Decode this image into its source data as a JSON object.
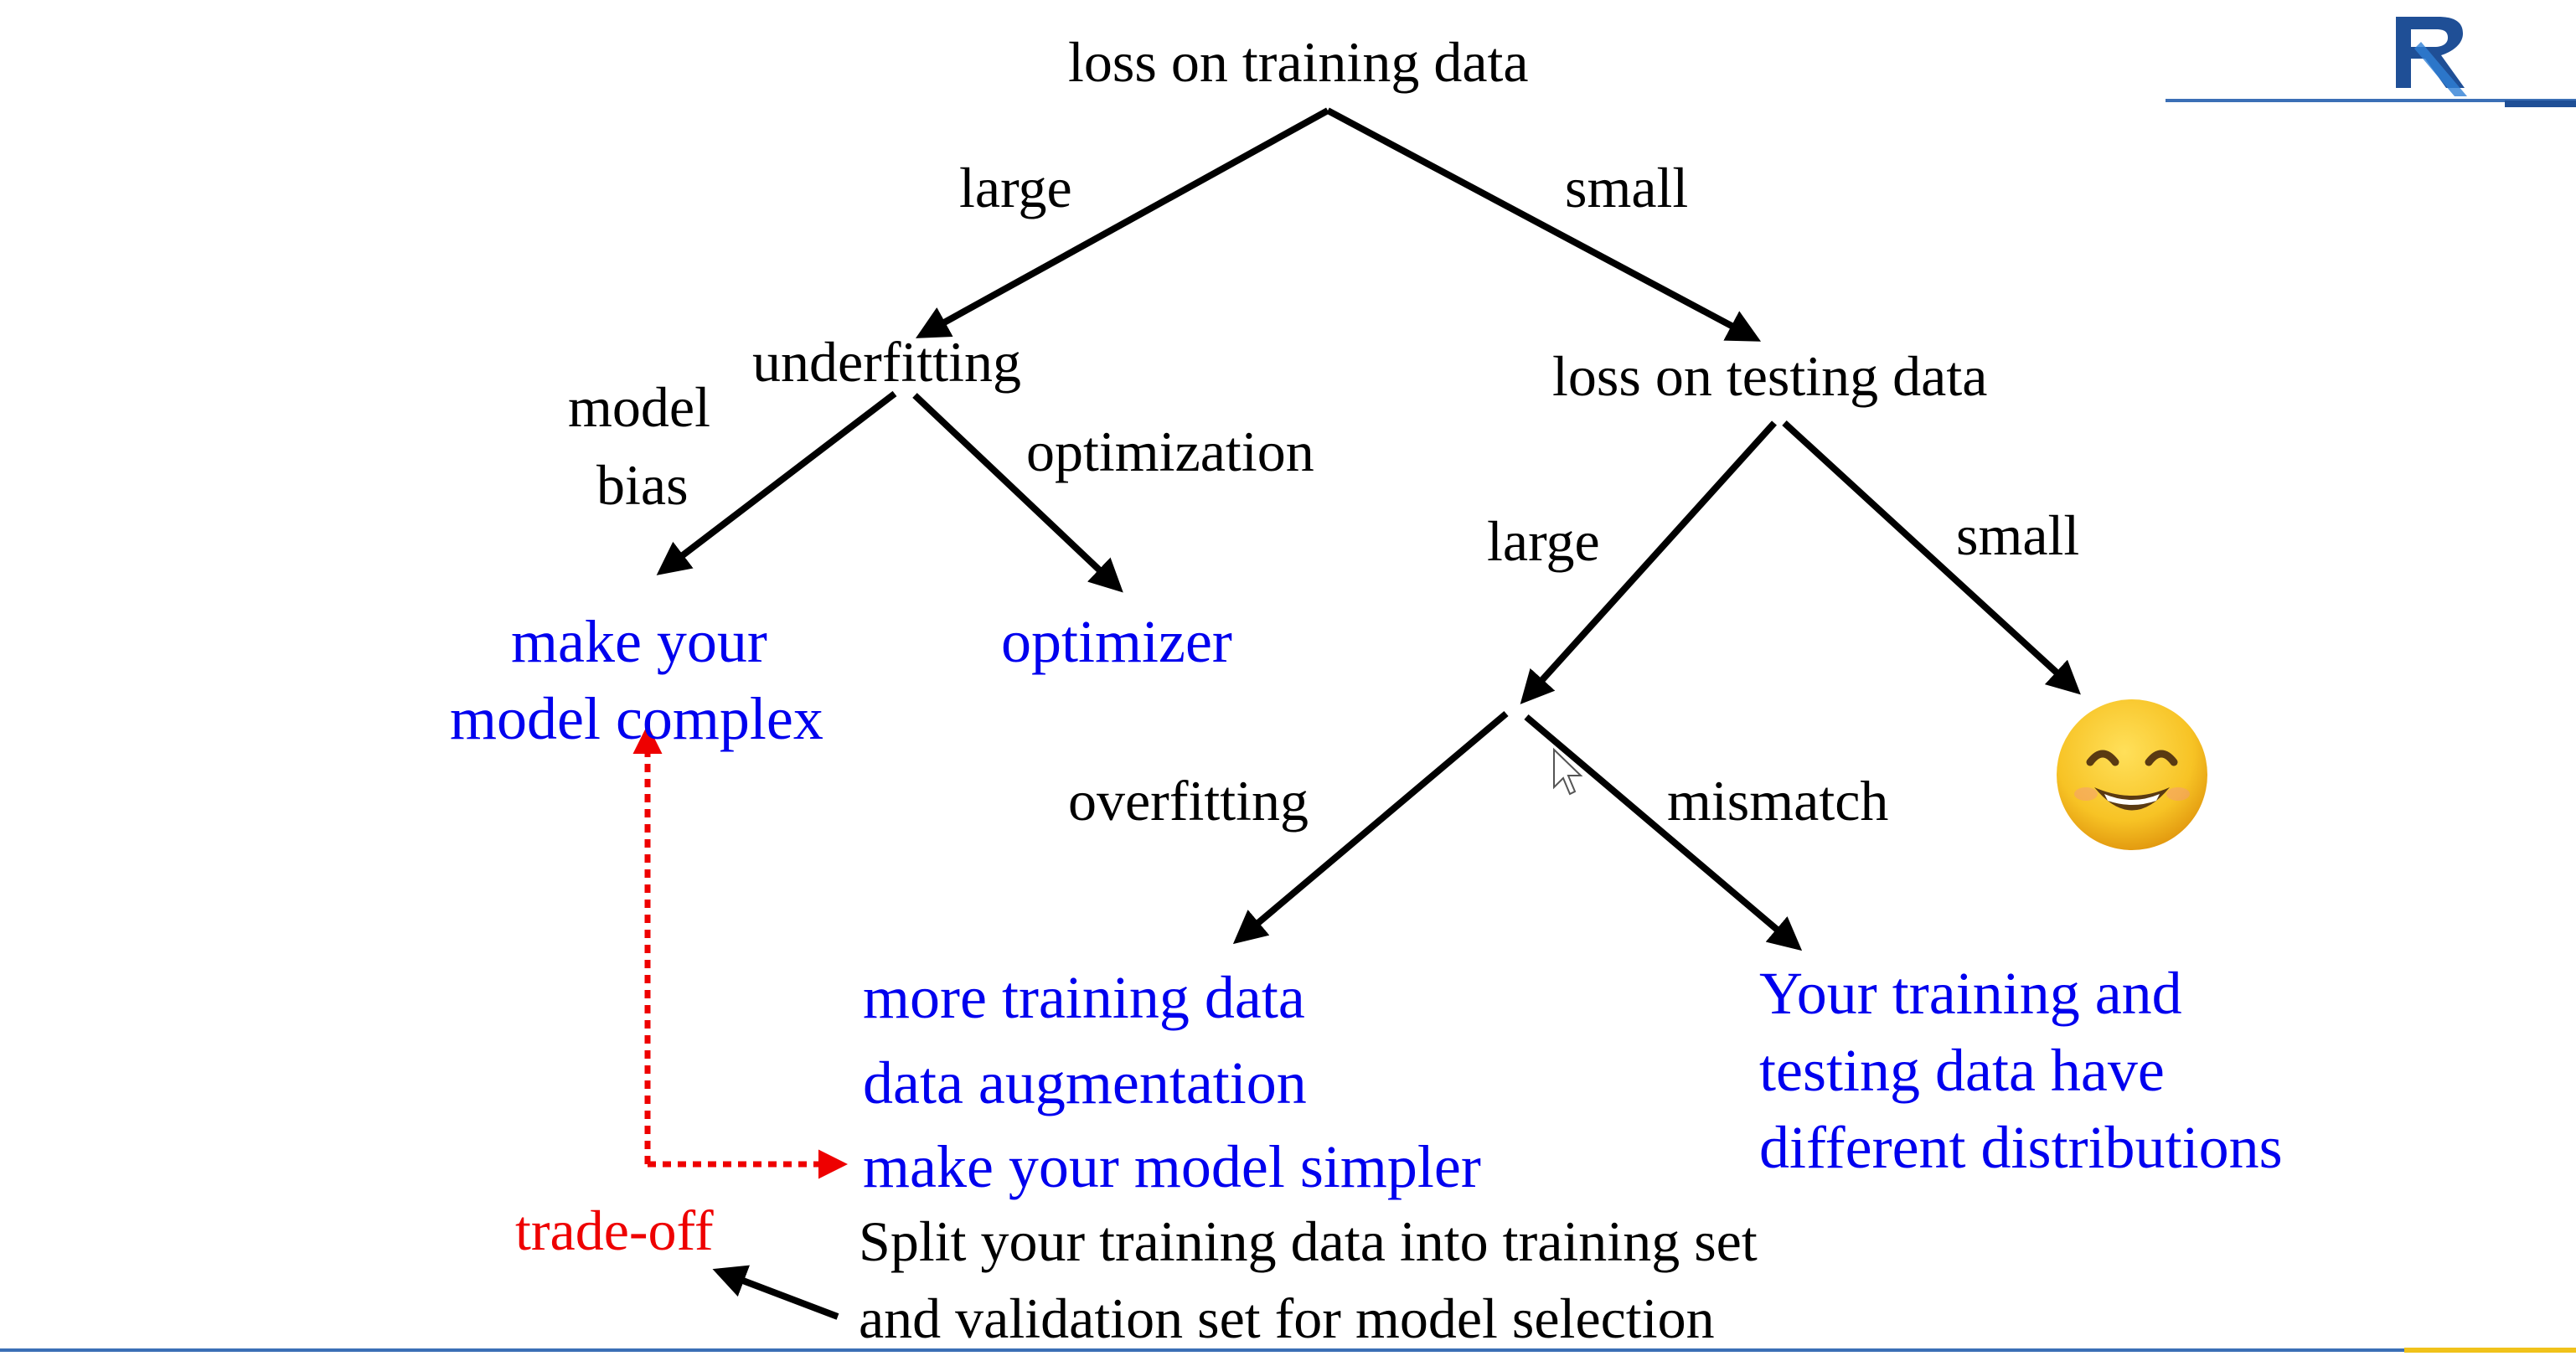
{
  "diagram": {
    "root": "loss on training data",
    "edge_large_top": "large",
    "edge_small_top": "small",
    "underfitting": "underfitting",
    "edge_model_bias_1": "model",
    "edge_model_bias_2": "bias",
    "edge_optimization": "optimization",
    "remedy_complex_1": "make your",
    "remedy_complex_2": "model complex",
    "remedy_optimizer": "optimizer",
    "testing_node": "loss on testing data",
    "edge_large_bottom": "large",
    "edge_small_bottom": "small",
    "edge_overfitting": "overfitting",
    "edge_mismatch": "mismatch",
    "overfit_remedy_1": "more training data",
    "overfit_remedy_2": "data augmentation",
    "overfit_remedy_3": "make your model simpler",
    "mismatch_note_1": "Your training and",
    "mismatch_note_2": "testing data have",
    "mismatch_note_3": "different distributions",
    "tradeoff": "trade-off",
    "split_note_1": "Split your training data into training set",
    "split_note_2": "and validation set for model selection"
  },
  "colors": {
    "remedy_text": "#0000ee",
    "tradeoff_text": "#ee0000",
    "arrow": "#000000",
    "dotted_arrow": "#ee0000",
    "rule_line": "#3b6fb6",
    "smiley_face": "#f7c325"
  },
  "icons": {
    "smiley": "smiley-face-icon",
    "logo": "logo-icon",
    "cursor": "mouse-cursor-icon"
  }
}
